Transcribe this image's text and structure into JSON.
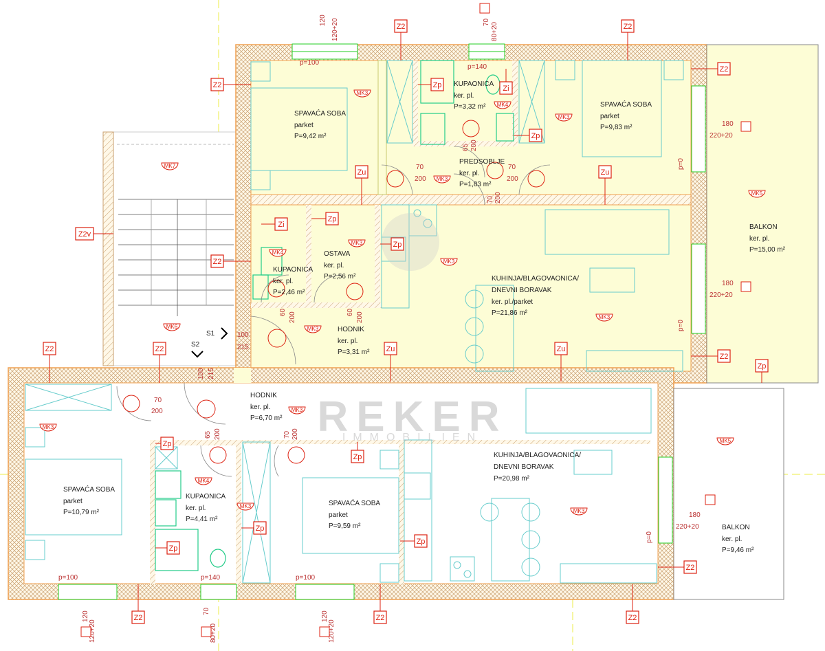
{
  "rooms": [
    {
      "name": "SPAVAĆA SOBA",
      "floor": "parket",
      "area": "P=9,42 m²"
    },
    {
      "name": "KUPAONICA",
      "floor": "ker. pl.",
      "area": "P=3,32 m²"
    },
    {
      "name": "SPAVAĆA SOBA",
      "floor": "parket",
      "area": "P=9,83 m²"
    },
    {
      "name": "PREDSOBLJE",
      "floor": "ker. pl.",
      "area": "P=1,83 m²"
    },
    {
      "name": "BALKON",
      "floor": "ker. pl.",
      "area": "P=15,00 m²"
    },
    {
      "name": "KUPAONICA",
      "floor": "ker. pl.",
      "area": "P=2,46 m²"
    },
    {
      "name": "OSTAVA",
      "floor": "ker. pl.",
      "area": "P=2,56 m²"
    },
    {
      "name": "HODNIK",
      "floor": "ker. pl.",
      "area": "P=3,31 m²"
    },
    {
      "name": "KUHINJA/BLAGOVAONICA/",
      "name2": "DNEVNI BORAVAK",
      "floor": "ker. pl./parket",
      "area": "P=21,86 m²"
    },
    {
      "name": "HODNIK",
      "floor": "ker. pl.",
      "area": "P=6,70 m²"
    },
    {
      "name": "SPAVAĆA SOBA",
      "floor": "parket",
      "area": "P=10,79 m²"
    },
    {
      "name": "KUPAONICA",
      "floor": "ker. pl.",
      "area": "P=4,41 m²"
    },
    {
      "name": "SPAVAĆA SOBA",
      "floor": "parket",
      "area": "P=9,59 m²"
    },
    {
      "name": "KUHINJA/BLAGOVAONICA/",
      "name2": "DNEVNI BORAVAK",
      "area": "P=20,98 m²"
    },
    {
      "name": "BALKON",
      "floor": "ker. pl.",
      "area": "P=9,46 m²"
    }
  ],
  "tags": {
    "z2": "Z2",
    "z2v": "Z2v",
    "zp": "Zp",
    "zi": "Zi",
    "zu": "Zu"
  },
  "markers": {
    "mk3": "MK3",
    "mk4": "MK4",
    "mk5": "MK5",
    "mk6": "MK6",
    "mk7": "MK7"
  },
  "dims": {
    "w120": "120",
    "w120_20": "120+20",
    "w70": "70",
    "w80_20": "80+20",
    "w180": "180",
    "w220_20": "220+20",
    "d70": "70",
    "d200": "200",
    "d60": "60",
    "d65": "65",
    "d100": "100",
    "d215": "215",
    "p100": "p=100",
    "p140": "p=140",
    "p0": "p=0"
  },
  "sections": {
    "s1": "S1",
    "s2": "S2"
  },
  "watermark": {
    "line1": "REKER",
    "line2": "IMMOBILIEN"
  },
  "colors": {
    "upper_fill": "#fdfdd6",
    "wall": "#f0a050",
    "tag": "#dd2211",
    "furniture": "#66cccc"
  }
}
